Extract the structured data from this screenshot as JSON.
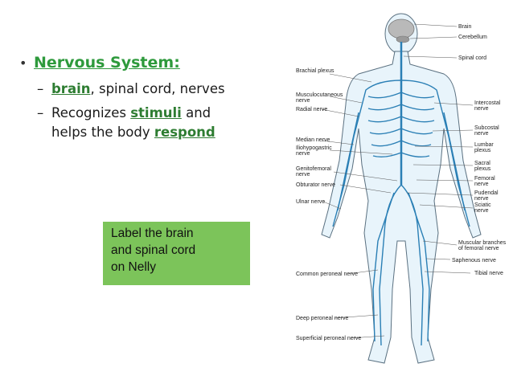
{
  "slide": {
    "heading": "Nervous System:",
    "line1": {
      "highlight": "brain",
      "rest": ", spinal cord, nerves"
    },
    "line2": {
      "prefix": "Recognizes ",
      "highlight": "stimuli",
      "suffix": " and"
    },
    "line3": {
      "prefix": "helps the body ",
      "highlight": "respond"
    }
  },
  "note": {
    "line1": "Label the brain",
    "line2": "and spinal cord",
    "line3": "on Nelly"
  },
  "diagram": {
    "labels_left": [
      "Brachial plexus",
      "Musculocutaneous",
      "nerve",
      "Radial nerve",
      "Median nerve",
      "Iliohypogastric",
      "nerve",
      "Genitofemoral",
      "nerve",
      "Obturator nerve",
      "Ulnar nerve",
      "Common peroneal nerve",
      "Deep peroneal nerve",
      "Superficial peroneal nerve"
    ],
    "labels_right": [
      "Brain",
      "Cerebellum",
      "Spinal cord",
      "Intercostal",
      "nerve",
      "Subcostal",
      "nerve",
      "Lumbar",
      "plexus",
      "Sacral",
      "plexus",
      "Femoral",
      "nerve",
      "Pudendal",
      "nerve",
      "Sciatic",
      "nerve",
      "Muscular branches",
      "of femoral nerve",
      "Saphenous nerve",
      "Tibial nerve"
    ],
    "colors": {
      "nerve": "#2a7fb5",
      "body_fill": "#e8f4fb",
      "outline": "#5a7080",
      "brain": "#b9b9b9"
    }
  }
}
